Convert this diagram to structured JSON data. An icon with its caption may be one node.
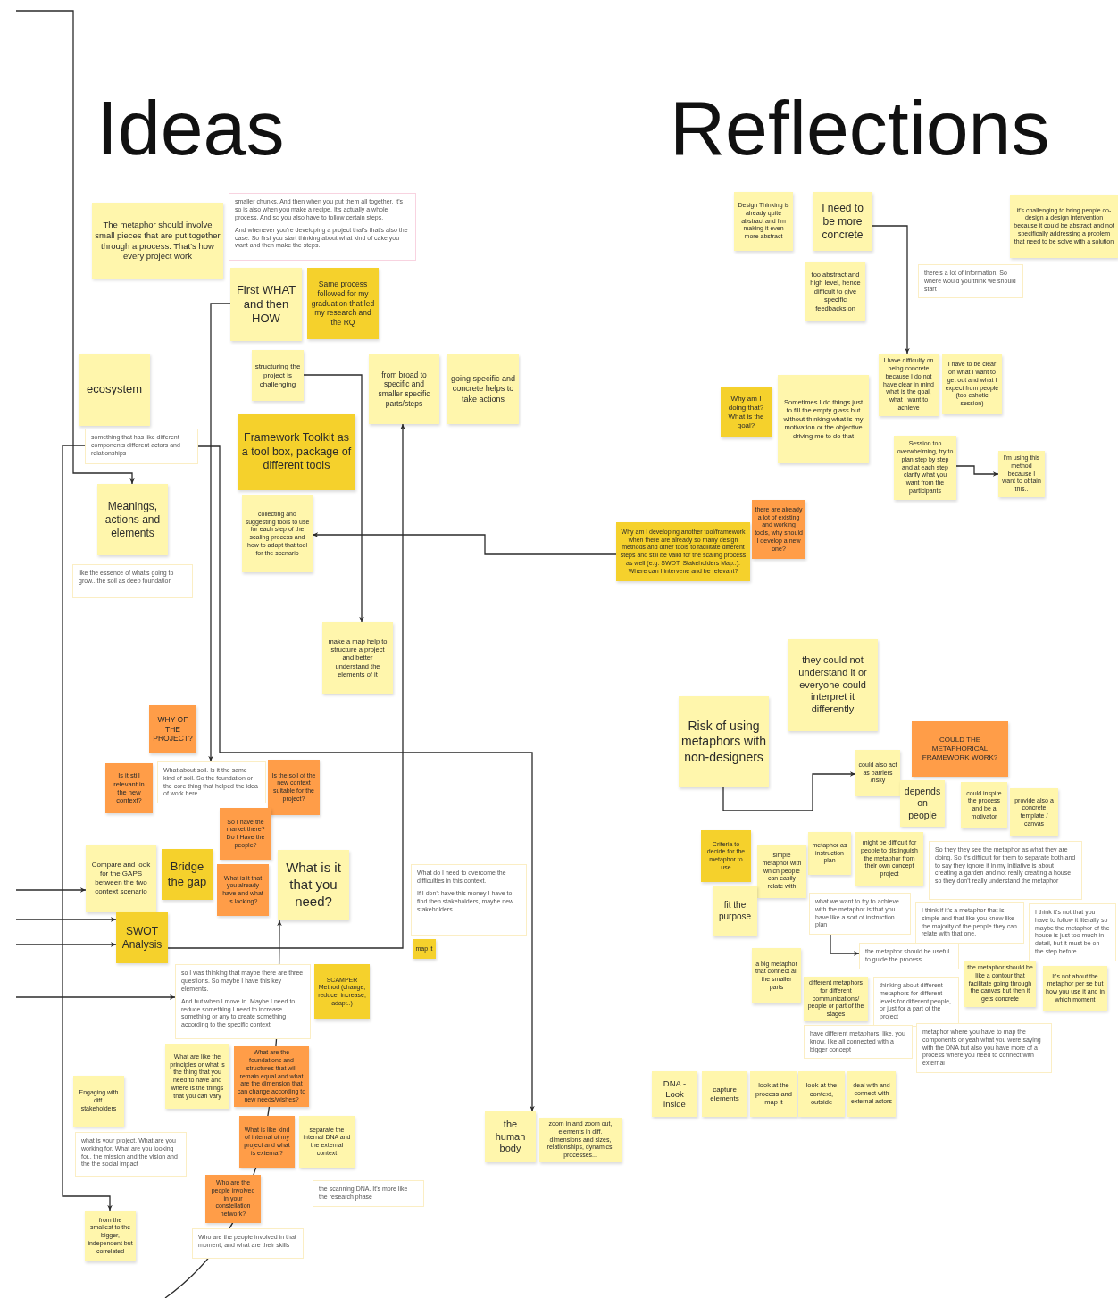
{
  "diagram": {
    "nodes": [
      {
        "text": [
          "The metaphor should involve small pieces that are put together through a process. That's how every project work"
        ]
      },
      {
        "text": [
          "smaller chunks. And then when you put them all together. It's so is also when you make a recipe. It's actually a whole process. And so you also have to follow certain steps.",
          "And whenever you're developing a project that's that's also the case. So first you start thinking about what kind of cake you want and then make the steps."
        ]
      },
      {
        "text": [
          "First WHAT and then HOW"
        ]
      },
      {
        "text": [
          "Same process followed for my graduation that led my research and the RQ"
        ]
      },
      {
        "text": [
          "ecosystem"
        ]
      },
      {
        "text": [
          "structuring the project is challenging"
        ]
      },
      {
        "text": [
          "from broad to specific and smaller specific parts/steps"
        ]
      },
      {
        "text": [
          "going specific and concrete helps to take actions"
        ]
      },
      {
        "text": [
          "Framework Toolkit as a tool box, package of different tools"
        ]
      },
      {
        "text": [
          "something that has like different components different actors and relationships"
        ]
      },
      {
        "text": [
          "Meanings, actions and elements"
        ]
      },
      {
        "text": [
          "collecting and suggesting tools to use for each step of the scaling process and how to adapt that tool for the scenario"
        ]
      },
      {
        "text": [
          "like the essence of what's going to grow.. the soil as deep foundation"
        ]
      },
      {
        "text": [
          "make a map help to structure a project and better understand the elements of it"
        ]
      },
      {
        "text": [
          "WHY OF THE PROJECT?"
        ]
      },
      {
        "text": [
          "Is it still relevant in the new context?"
        ]
      },
      {
        "text": [
          "What about soil. Is it the same kind of soil. So the foundation or the core thing that helped the idea of work here."
        ]
      },
      {
        "text": [
          "Is the soil of the new context suitable for the project?"
        ]
      },
      {
        "text": [
          "So I have the market there? Do I Have the people?"
        ]
      },
      {
        "text": [
          "Compare and look for the GAPS between the two context scenario"
        ]
      },
      {
        "text": [
          "Bridge the gap"
        ]
      },
      {
        "text": [
          "What is it that you already have and what is lacking?"
        ]
      },
      {
        "text": [
          "What is it that you need?"
        ]
      },
      {
        "text": [
          "What do I need to overcome the difficulties in this context.",
          "If I don't have this money I have to find then stakeholders, maybe new stakeholders."
        ]
      },
      {
        "text": [
          "map it"
        ]
      },
      {
        "text": [
          "SWOT Analysis"
        ]
      },
      {
        "text": [
          "so I was thinking that maybe there are three questions. So maybe I have this key elements.",
          "And but when I move in. Maybe I need to reduce something I need to increase something or any to create something according to the specific context"
        ]
      },
      {
        "text": [
          "SCAMPER Method (change, reduce, increase, adapt..)"
        ]
      },
      {
        "text": [
          "What are like the principles or what is the thing that you need to have and where is the things that you can vary"
        ]
      },
      {
        "text": [
          "What are the foundations and structures that will remain equal and what are the dimension that can change according to new needs/wishes?"
        ]
      },
      {
        "text": [
          "Engaging with diff. stakeholders"
        ]
      },
      {
        "text": [
          "what is your project. What are you working for. What are you looking for.. the mission and the vision and the the social impact"
        ]
      },
      {
        "text": [
          "What is like kind of internal of my project and what is external?"
        ]
      },
      {
        "text": [
          "separate the internal DNA and the external context"
        ]
      },
      {
        "text": [
          "Who are the people involved in your constellation network?"
        ]
      },
      {
        "text": [
          "the scanning DNA. It's more like the research phase"
        ]
      },
      {
        "text": [
          "Who are the people involved in that moment, and what are their skills"
        ]
      },
      {
        "text": [
          "from the smallest to the bigger, independent but correlated"
        ]
      },
      {
        "text": [
          "the human body"
        ]
      },
      {
        "text": [
          "zoom in and zoom out, elements in diff. dimensions and sizes, relationships, dynamics, processes..."
        ]
      },
      {
        "text": [
          "Design Thinking is already quite abstract and I'm making it even more abstract"
        ]
      },
      {
        "text": [
          "I need to be more concrete"
        ]
      },
      {
        "text": [
          "it's challenging to bring people co-design a design intervention because it could be abstract and not specifically addressing a problem that need to be solve with a solution"
        ]
      },
      {
        "text": [
          "too abstract and high level, hence difficult to give specific feedbacks on"
        ]
      },
      {
        "text": [
          "there's a lot of information. So where would you think we should start"
        ]
      },
      {
        "text": [
          "Why am I doing that? What is the goal?"
        ]
      },
      {
        "text": [
          "Sometimes I do things just to fill the empty glass but without thinking what is my motivation or the objective driving me to do that"
        ]
      },
      {
        "text": [
          "I have difficulty on being concrete because I do not have clear in mind what is the goal, what I want to achieve"
        ]
      },
      {
        "text": [
          "I have to be clear on what I want to get out and what I expect from people (too cahotic session)"
        ]
      },
      {
        "text": [
          "Session too overwhelming, try to plan step by step and at each step clarify what you want from the participants"
        ]
      },
      {
        "text": [
          "I'm using this method because I want to obtain this.."
        ]
      },
      {
        "text": [
          "Why am I developing another tool/framework when there are already so many design methods and other tools to facilitate different steps and still be valid for the scaling process as well (e.g. SWOT, Stakeholders Map..). Where can I intervene and be relevant?"
        ]
      },
      {
        "text": [
          "there are already a lot of existing and working tools, why should I develop a new one?"
        ]
      },
      {
        "text": [
          "they could not understand it or everyone could interpret it differently"
        ]
      },
      {
        "text": [
          "Risk of using metaphors with non-designers"
        ]
      },
      {
        "text": [
          "COULD THE METAPHORICAL FRAMEWORK WORK?"
        ]
      },
      {
        "text": [
          "could also act as barriers /risky"
        ]
      },
      {
        "text": [
          "depends on people"
        ]
      },
      {
        "text": [
          "could inspire the process and be a motivator"
        ]
      },
      {
        "text": [
          "provide also a concrete template / canvas"
        ]
      },
      {
        "text": [
          "metaphor as instruction plan"
        ]
      },
      {
        "text": [
          "might be difficult for people to distinguish the metaphor from their own concept project"
        ]
      },
      {
        "text": [
          "So they they see the metaphor as what they are doing. So it's difficult for them to separate both and to say they ignore it in my initiative is about creating a garden and not really creating a house so they don't really understand the metaphor"
        ]
      },
      {
        "text": [
          "Criteria to decide for the metaphor to use"
        ]
      },
      {
        "text": [
          "simple metaphor with which people can easily relate with"
        ]
      },
      {
        "text": [
          "what we want to try to achieve with the metaphor is that you have like a sort of instruction plan"
        ]
      },
      {
        "text": [
          "the metaphor should be useful to guide the process"
        ]
      },
      {
        "text": [
          "fit the purpose"
        ]
      },
      {
        "text": [
          "I think if it's a metaphor that is simple and that like you know like the majority of the people they can relate with that one."
        ]
      },
      {
        "text": [
          "I think it's not that you have to follow it literally so maybe the metaphor of the house is just too much in detail, but it must be on the step before"
        ]
      },
      {
        "text": [
          "the metaphor should be like a contour that facilitate going through the canvas but then it gets concrete"
        ]
      },
      {
        "text": [
          "different metaphors for different communications/ people or part of the stages"
        ]
      },
      {
        "text": [
          "thinking about different metaphors for different levels for different people, or just for a part of the project"
        ]
      },
      {
        "text": [
          "It's not about the metaphor per se but how you use it and in which moment"
        ]
      },
      {
        "text": [
          "a big metaphor that connect all the smaller parts"
        ]
      },
      {
        "text": [
          "have different metaphors, like, you know, like all connected with a bigger concept"
        ]
      },
      {
        "text": [
          "metaphor where you have to map the components or yeah what you were saying with the DNA but also you have more of a process where you need to connect with external"
        ]
      },
      {
        "text": [
          "DNA - Look inside"
        ]
      },
      {
        "text": [
          "capture elements"
        ]
      },
      {
        "text": [
          "look at the process and map it"
        ]
      },
      {
        "text": [
          "look at the context, outside"
        ]
      },
      {
        "text": [
          "deal with and connect with external actors"
        ]
      }
    ],
    "edges": [
      {
        "from": null,
        "to": 10,
        "arrow": "to"
      },
      {
        "from": 2,
        "to": 16,
        "arrow": "to"
      },
      {
        "from": 5,
        "to": 13,
        "arrow": "to"
      },
      {
        "from": 51,
        "to": 11,
        "arrow": "to"
      },
      {
        "from": 25,
        "to": 6,
        "arrow": "to"
      },
      {
        "from": null,
        "to": 19,
        "arrow": "to"
      },
      {
        "from": null,
        "to": 25,
        "arrow": "to"
      },
      {
        "from": null,
        "to": 25,
        "arrow": "to"
      },
      {
        "from": null,
        "to": 26,
        "arrow": "to"
      },
      {
        "from": 9,
        "to": 37,
        "arrow": "to"
      },
      {
        "from": 9,
        "to": 38,
        "arrow": "to"
      },
      {
        "from": null,
        "to": 22,
        "arrow": "to"
      },
      {
        "from": 41,
        "to": 47,
        "arrow": "to"
      },
      {
        "from": 49,
        "to": 50,
        "arrow": "to"
      },
      {
        "from": 54,
        "to": 56,
        "arrow": "to"
      },
      {
        "from": 65,
        "to": 66,
        "arrow": "to"
      }
    ],
    "labels": [
      "Ideas",
      "Reflections"
    ]
  }
}
